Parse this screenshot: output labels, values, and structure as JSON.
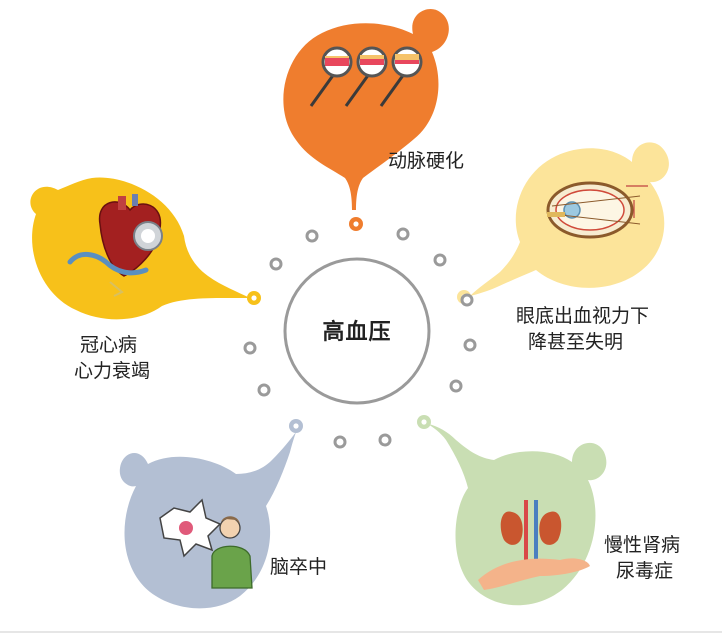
{
  "center": {
    "title": "高血压"
  },
  "complications": [
    {
      "id": "artery",
      "lines": [
        "动脉硬化"
      ],
      "color": "#ef7d2e",
      "icon": "artery-magnifier-icon"
    },
    {
      "id": "eye",
      "lines": [
        "眼底出血视力下",
        "降甚至失明"
      ],
      "color": "#fce49a",
      "icon": "eye-cross-section-icon"
    },
    {
      "id": "kidney",
      "lines": [
        "慢性肾病",
        "尿毒症"
      ],
      "color": "#c9deb3",
      "icon": "kidneys-in-hand-icon"
    },
    {
      "id": "stroke",
      "lines": [
        "脑卒中"
      ],
      "color": "#b3bfd3",
      "icon": "stroke-patient-icon"
    },
    {
      "id": "heart",
      "lines": [
        "冠心病",
        "心力衰竭"
      ],
      "color": "#f7c11a",
      "icon": "heart-stethoscope-icon"
    }
  ],
  "ring_dot_color": "#9a9a9a"
}
